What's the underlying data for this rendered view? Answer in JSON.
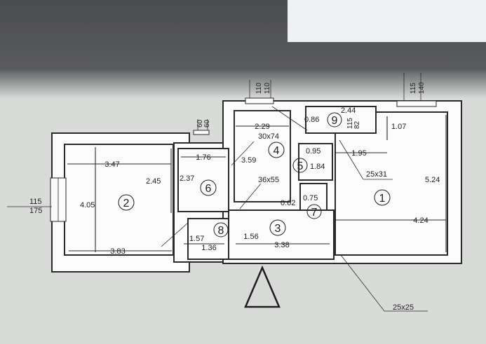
{
  "rooms": [
    {
      "id": "room-1",
      "number": "1",
      "width": "4.24",
      "height": "5.24"
    },
    {
      "id": "room-2",
      "number": "2",
      "width": "3.47",
      "height": "4.05"
    },
    {
      "id": "room-3",
      "number": "3",
      "width": "3.38",
      "height": "1.56"
    },
    {
      "id": "room-4",
      "number": "4",
      "width": "2.29",
      "height": "3.59"
    },
    {
      "id": "room-5",
      "number": "5",
      "width": "0.95",
      "height": "1.84"
    },
    {
      "id": "room-6",
      "number": "6",
      "width": "1.76",
      "height": "2.37"
    },
    {
      "id": "room-7",
      "number": "7",
      "width": "0.75",
      "height": "0.62"
    },
    {
      "id": "room-8",
      "number": "8",
      "width": "1.36",
      "height": "1.57"
    },
    {
      "id": "room-9",
      "number": "9",
      "width": "2.44",
      "height": "0.86"
    }
  ],
  "dimensions": {
    "room2_bottom": "3.83",
    "room2_right": "2.45",
    "room1_top_left": "1.95",
    "room1_top_right": "1.07",
    "window_left_top": "115",
    "window_left_bottom": "175",
    "window_top_a1": "110",
    "window_top_a2": "110",
    "window_top_b1": "115",
    "window_top_b2": "140",
    "window_small1": "60",
    "window_small2": "60",
    "window_room9a": "115",
    "window_room9b": "82"
  },
  "annotations": {
    "opening_a": "30x74",
    "opening_b": "36x55",
    "column_a": "25x31",
    "column_b": "25x25"
  }
}
